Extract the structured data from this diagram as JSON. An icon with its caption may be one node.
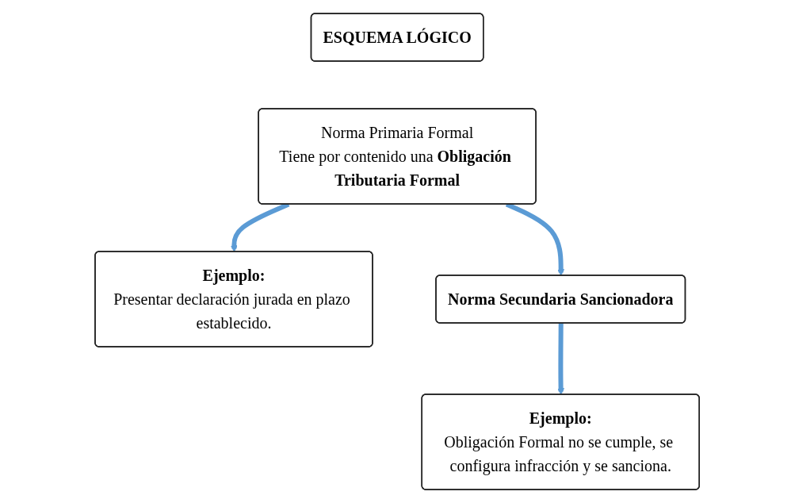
{
  "diagram": {
    "nodes": [
      {
        "text": [
          "ESQUEMA LÓGICO"
        ]
      },
      {
        "text": [
          "Norma Primaria Formal",
          "Tiene por contenido una **Obligación Tributaria Formal**"
        ]
      },
      {
        "text": [
          "Ejemplo:",
          "Presentar declaración jurada en plazo establecido."
        ]
      },
      {
        "text": [
          "Norma Secundaria Sancionadora"
        ]
      },
      {
        "text": [
          "Ejemplo:",
          "Obligación Formal no se cumple, se configura infracción y se sanciona."
        ]
      }
    ],
    "edges": [
      {
        "from": 1,
        "to": 2,
        "arrow": "to"
      },
      {
        "from": 1,
        "to": 3,
        "arrow": "to"
      },
      {
        "from": 3,
        "to": 4,
        "arrow": "to"
      }
    ]
  }
}
